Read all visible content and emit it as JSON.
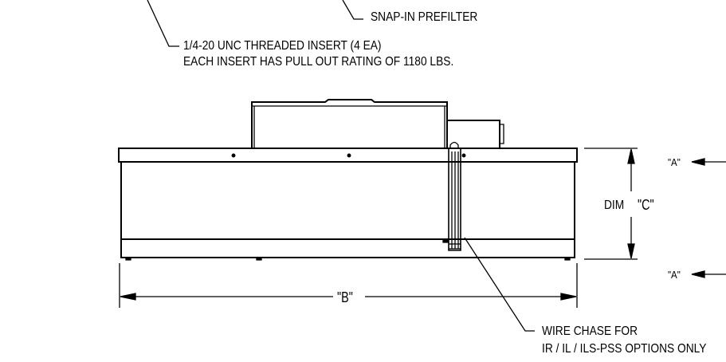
{
  "callouts": {
    "prefilter": "SNAP-IN PREFILTER",
    "insert_line1": "1/4-20 UNC THREADED INSERT (4 EA)",
    "insert_line2": "EACH INSERT HAS PULL OUT RATING OF 1180 LBS.",
    "wire_chase_line1": "WIRE CHASE FOR",
    "wire_chase_line2": "IR / IL / ILS-PSS  OPTIONS ONLY"
  },
  "dimensions": {
    "width_label": "\"B\"",
    "height_label": "\"C\"",
    "height_prefix": "DIM"
  },
  "section_marks": {
    "top": "\"A\"",
    "bottom": "\"A\""
  }
}
